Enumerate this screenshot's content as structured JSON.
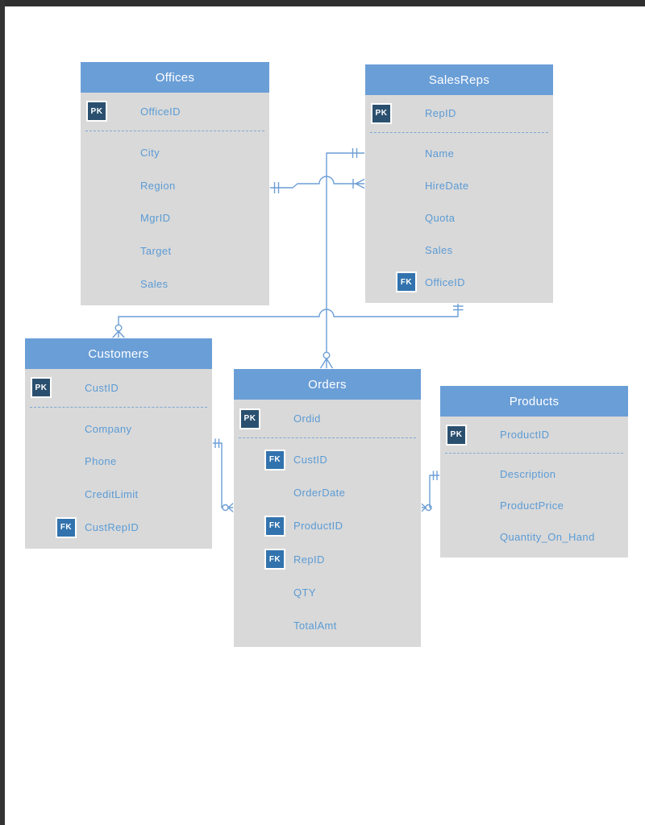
{
  "page": {
    "background_color": "#ffffff",
    "frame_color": "#2f2f2f"
  },
  "diagram": {
    "accent_color": "#6a9ed7",
    "body_color": "#d9d9d9",
    "field_text_color": "#5b9bd5",
    "connector_color": "#6d9ed6",
    "pk_badge_color": "#2b506f",
    "fk_badge_color": "#3273ae",
    "tables": [
      {
        "name": "Offices",
        "fields": [
          {
            "badge": "PK",
            "label": "OfficeID"
          },
          {
            "badge": null,
            "label": "City"
          },
          {
            "badge": null,
            "label": "Region"
          },
          {
            "badge": null,
            "label": "MgrID"
          },
          {
            "badge": null,
            "label": "Target"
          },
          {
            "badge": null,
            "label": "Sales"
          }
        ]
      },
      {
        "name": "SalesReps",
        "fields": [
          {
            "badge": "PK",
            "label": "RepID"
          },
          {
            "badge": null,
            "label": "Name"
          },
          {
            "badge": null,
            "label": "HireDate"
          },
          {
            "badge": null,
            "label": "Quota"
          },
          {
            "badge": null,
            "label": "Sales"
          },
          {
            "badge": "FK",
            "label": "OfficeID"
          }
        ]
      },
      {
        "name": "Customers",
        "fields": [
          {
            "badge": "PK",
            "label": "CustID"
          },
          {
            "badge": null,
            "label": "Company"
          },
          {
            "badge": null,
            "label": "Phone"
          },
          {
            "badge": null,
            "label": "CreditLimit"
          },
          {
            "badge": "FK",
            "label": "CustRepID"
          }
        ]
      },
      {
        "name": "Orders",
        "fields": [
          {
            "badge": "PK",
            "label": "Ordid"
          },
          {
            "badge": "FK",
            "label": "CustID"
          },
          {
            "badge": null,
            "label": "OrderDate"
          },
          {
            "badge": "FK",
            "label": "ProductID"
          },
          {
            "badge": "FK",
            "label": "RepID"
          },
          {
            "badge": null,
            "label": "QTY"
          },
          {
            "badge": null,
            "label": "TotalAmt"
          }
        ]
      },
      {
        "name": "Products",
        "fields": [
          {
            "badge": "PK",
            "label": "ProductID"
          },
          {
            "badge": null,
            "label": "Description"
          },
          {
            "badge": null,
            "label": "ProductPrice"
          },
          {
            "badge": null,
            "label": "Quantity_On_Hand"
          }
        ]
      }
    ],
    "relationships": [
      {
        "from": "Offices",
        "to": "SalesReps",
        "from_cardinality": "exactly-one",
        "to_cardinality": "one-or-many"
      },
      {
        "from": "SalesReps",
        "to": "Orders",
        "from_cardinality": "exactly-one",
        "to_cardinality": "zero-or-many"
      },
      {
        "from": "SalesReps",
        "to": "Customers",
        "from_cardinality": "exactly-one",
        "to_cardinality": "zero-or-many"
      },
      {
        "from": "Customers",
        "to": "Orders",
        "from_cardinality": "exactly-one",
        "to_cardinality": "zero-or-many"
      },
      {
        "from": "Products",
        "to": "Orders",
        "from_cardinality": "exactly-one",
        "to_cardinality": "zero-or-many"
      }
    ],
    "badge_labels": {
      "pk": "PK",
      "fk": "FK"
    }
  }
}
